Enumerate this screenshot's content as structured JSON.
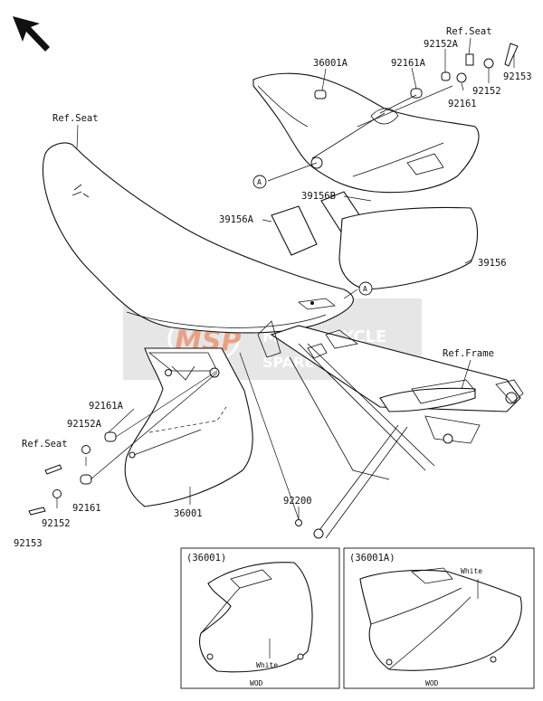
{
  "callouts": {
    "ref_seat_top": "Ref.Seat",
    "p92152A_top": "92152A",
    "p92153_top": "92153",
    "p36001A": "36001A",
    "p92161A_top": "92161A",
    "p92152_top": "92152",
    "p92161_top": "92161",
    "ref_seat_left": "Ref.Seat",
    "p39156B": "39156B",
    "p39156A": "39156A",
    "p39156": "39156",
    "ref_frame": "Ref.Frame",
    "p92161A_left": "92161A",
    "p92152A_left": "92152A",
    "ref_seat_bottom": "Ref.Seat",
    "p92161_left": "92161",
    "p36001": "36001",
    "p92200": "92200",
    "p92152_left": "92152",
    "p92153_left": "92153",
    "marker_a": "A"
  },
  "insets": [
    {
      "title": "(36001)",
      "color_label": "White",
      "code": "WOD"
    },
    {
      "title": "(36001A)",
      "color_label": "White",
      "code": "WOD"
    }
  ],
  "watermark": {
    "logo": "MSP",
    "line1": "MOTORCYCLE",
    "line2": "SPARE PARTS",
    "color": "#d9541e",
    "box_color": "#bdbdbd"
  },
  "icons": {
    "front_arrow": "arrow-up-left-icon"
  }
}
